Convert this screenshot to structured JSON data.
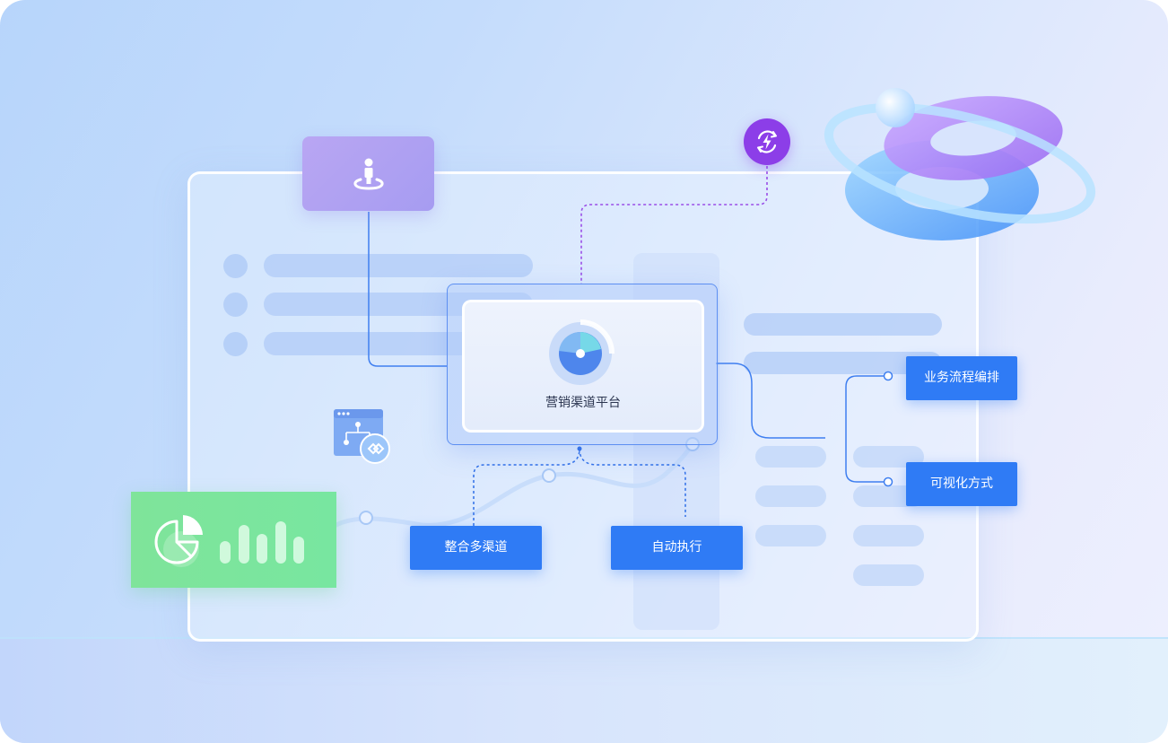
{
  "platform": {
    "label": "营销渠道平台"
  },
  "actions": [
    {
      "label": "整合多渠道"
    },
    {
      "label": "自动执行"
    }
  ],
  "features": [
    {
      "label": "业务流程编排"
    },
    {
      "label": "可视化方式"
    }
  ],
  "icons": {
    "person": "person-location-icon",
    "bolt": "bolt-refresh-icon",
    "radar": "radar-icon",
    "pie": "pie-chart-icon",
    "flow": "flowchart-window-icon",
    "rings": "decorative-rings"
  },
  "chart_data": {
    "type": "bar",
    "categories": [],
    "values": [
      48,
      82,
      64,
      90,
      58
    ]
  },
  "colors": {
    "primary": "#2f7bf5",
    "purple": "#8c3ee8",
    "green": "#7ae5a0",
    "tile": "#ad9ff2"
  }
}
